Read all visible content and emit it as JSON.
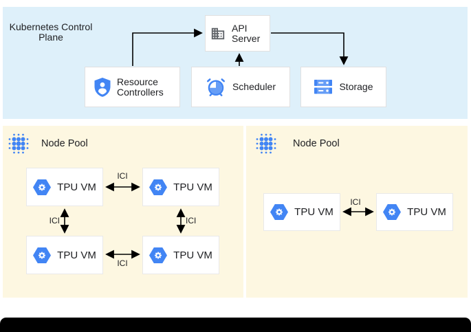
{
  "control_plane": {
    "title": "Kubernetes Control Plane",
    "boxes": {
      "api_server": "API Server",
      "resource_controllers": "Resource Controllers",
      "scheduler": "Scheduler",
      "storage": "Storage"
    }
  },
  "node_pools": [
    {
      "title": "Node Pool",
      "vms": [
        "TPU VM",
        "TPU VM",
        "TPU VM",
        "TPU VM"
      ],
      "links": [
        "ICI",
        "ICI",
        "ICI",
        "ICI"
      ]
    },
    {
      "title": "Node Pool",
      "vms": [
        "TPU VM",
        "TPU VM"
      ],
      "links": [
        "ICI"
      ]
    }
  ],
  "icons": {
    "api_server": "building-icon",
    "resource_controllers": "shield-user-icon",
    "scheduler": "alarm-clock-icon",
    "storage": "storage-disks-icon",
    "node_pool": "dotted-cluster-icon",
    "tpu_vm": "hexagon-gear-icon"
  },
  "colors": {
    "control_plane_bg": "#def0fa",
    "node_pool_bg": "#fdf7e1",
    "primary_blue": "#4285f4",
    "light_blue": "#669df6",
    "icon_gray": "#5f6368",
    "box_border": "#e0e0e0",
    "arrow": "#000000",
    "text": "#202124",
    "footer_bar": "#000000"
  }
}
